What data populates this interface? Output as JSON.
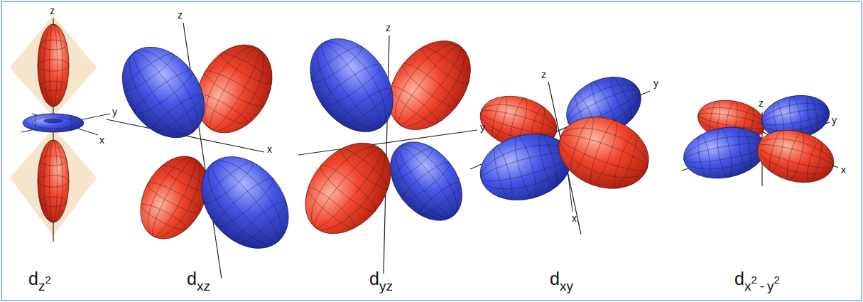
{
  "diagram": {
    "labels": [
      "z",
      "y",
      "x",
      "z",
      "x",
      "z",
      "y",
      "z",
      "y",
      "x",
      "z",
      "y",
      "x",
      "d",
      "z",
      "2",
      "d",
      "xz",
      "d",
      "yz",
      "d",
      "xy",
      "d",
      "x",
      "2",
      "-",
      "y",
      "2"
    ]
  }
}
